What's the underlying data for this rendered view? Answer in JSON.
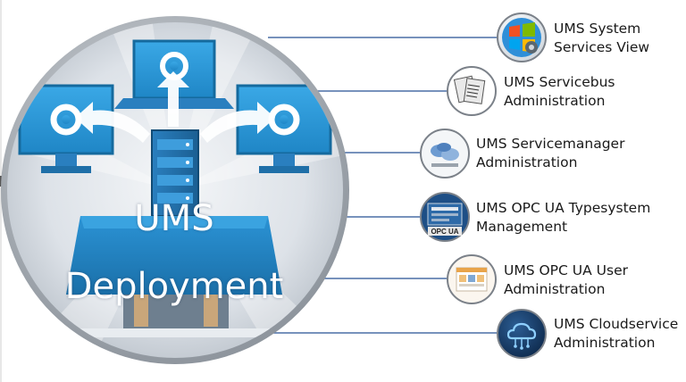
{
  "center": {
    "line1": "UMS",
    "line2": "Deployment"
  },
  "colors": {
    "connector": "#4a6fa5",
    "accent": "#2e8fd0",
    "ring": "#9da3aa"
  },
  "items": [
    {
      "line1": "UMS System",
      "line2": "Services View",
      "icon": "windows-logo-icon"
    },
    {
      "line1": "UMS Servicebus",
      "line2": "Administration",
      "icon": "document-stack-icon"
    },
    {
      "line1": "UMS Servicemanager",
      "line2": "Administration",
      "icon": "service-manager-icon"
    },
    {
      "line1": "UMS OPC UA Typesystem",
      "line2": "Management",
      "icon": "opc-ua-icon",
      "icon_text": "OPC UA"
    },
    {
      "line1": "UMS OPC UA User",
      "line2": "Administration",
      "icon": "user-admin-screen-icon"
    },
    {
      "line1": "UMS Cloudservice",
      "line2": "Administration",
      "icon": "cloud-service-icon"
    }
  ]
}
